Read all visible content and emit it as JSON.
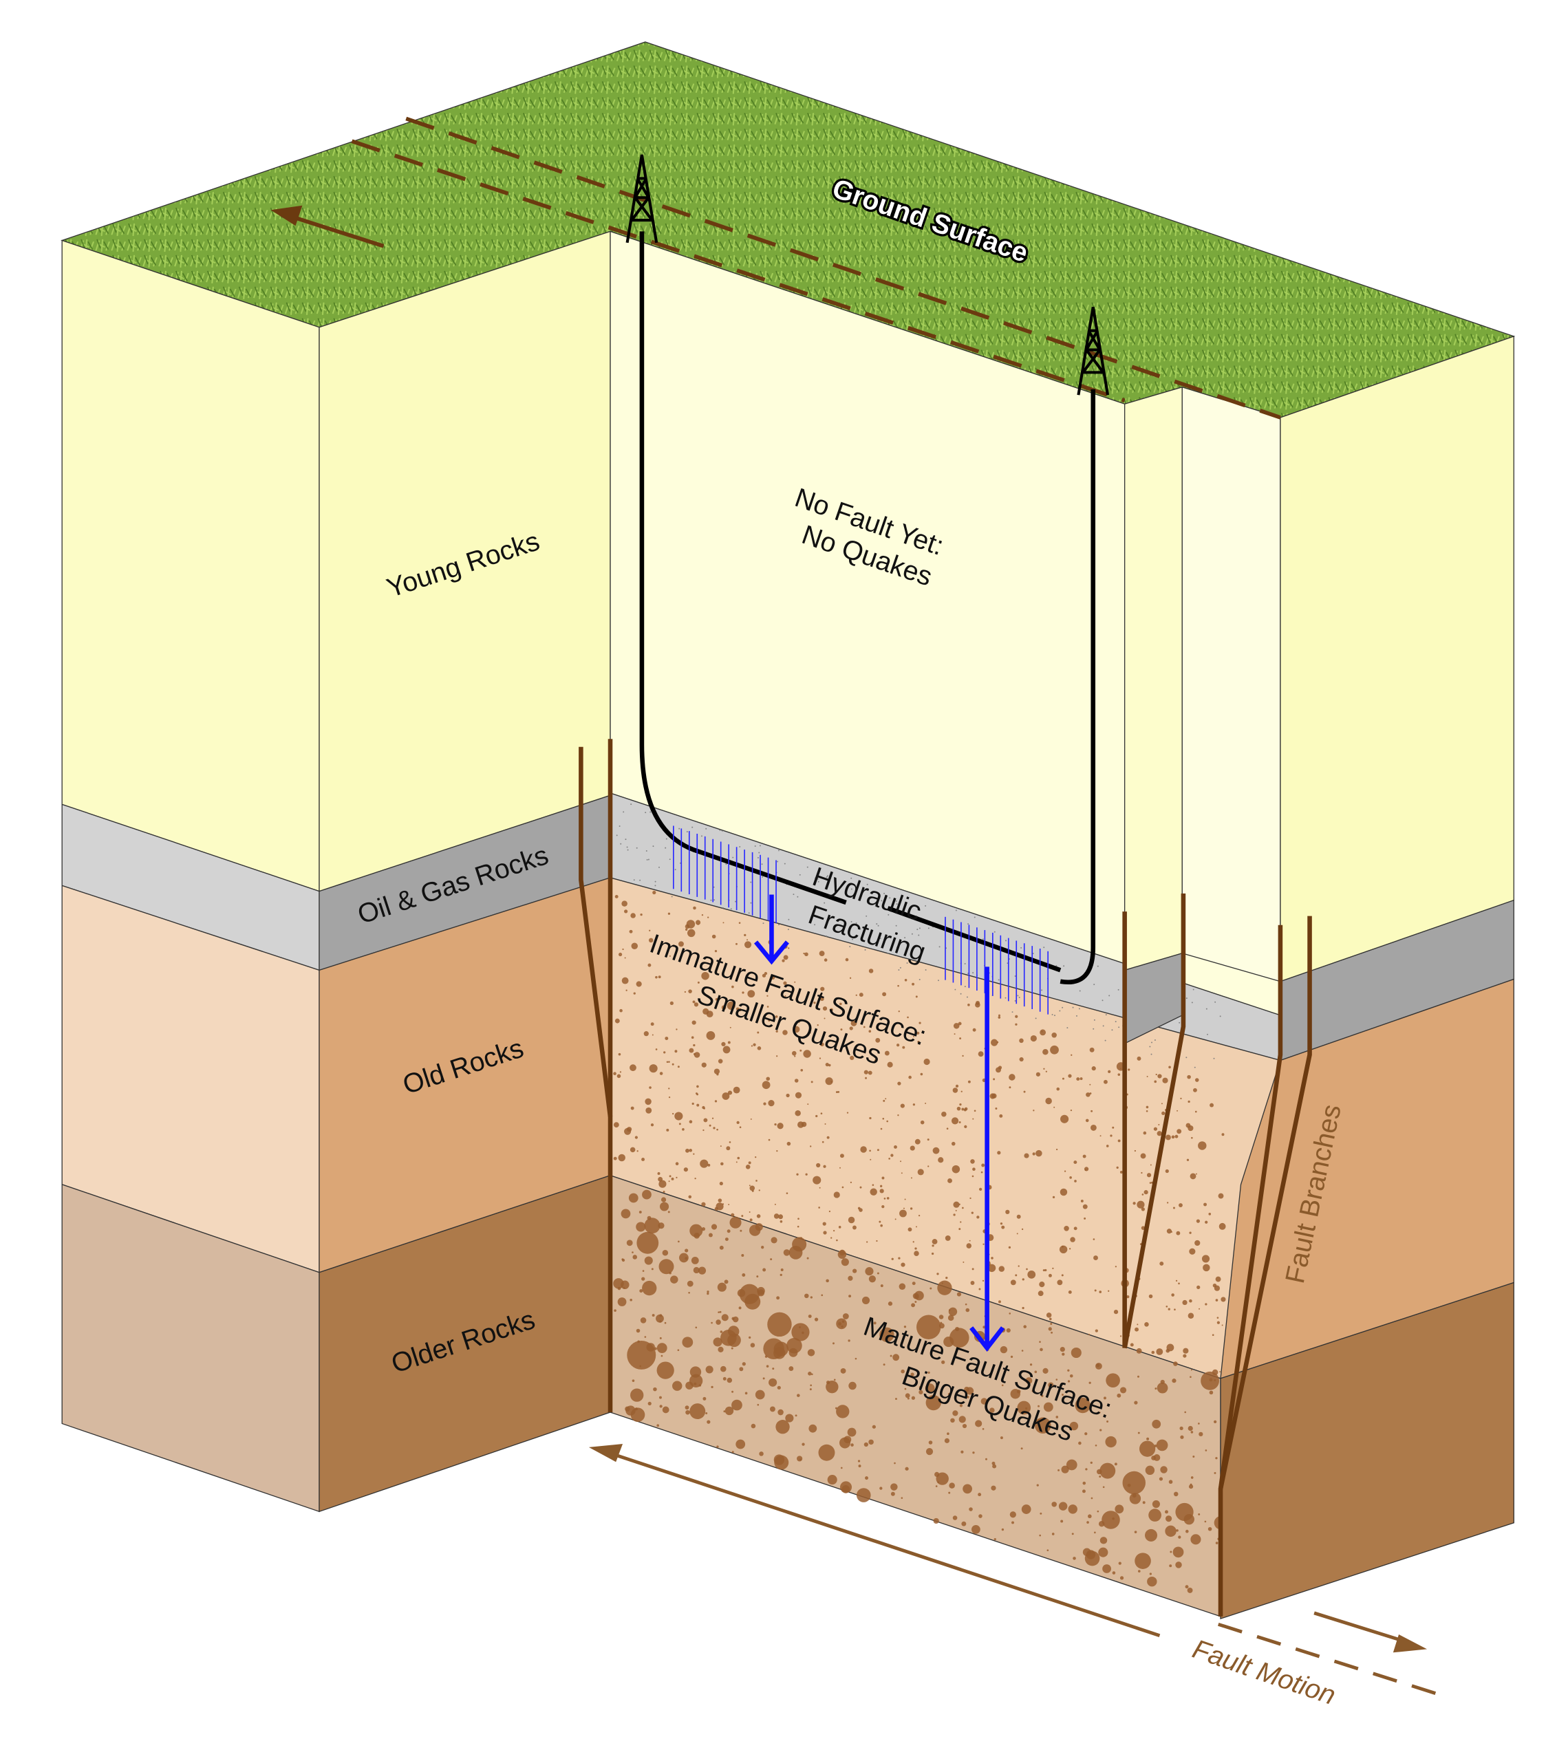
{
  "title": "Hydraulic fracturing and fault maturity block diagram",
  "labels": {
    "ground_surface": "Ground Surface",
    "young_rocks": "Young Rocks",
    "oil_gas_rocks": "Oil & Gas Rocks",
    "old_rocks": "Old Rocks",
    "older_rocks": "Older Rocks",
    "no_fault_line1": "No Fault Yet:",
    "no_fault_line2": "No Quakes",
    "hydraulic_line1": "Hydraulic",
    "hydraulic_line2": "Fracturing",
    "immature_line1": "Immature Fault Surface:",
    "immature_line2": "Smaller Quakes",
    "mature_line1": "Mature Fault Surface:",
    "mature_line2": "Bigger Quakes",
    "fault_branches": "Fault Branches",
    "fault_motion": "Fault Motion"
  },
  "colors": {
    "grass": "#7fae3e",
    "young_side": "#fcfcc6",
    "young_front": "#fbfbbf",
    "young_fault": "#fefedc",
    "oilgas_side": "#d3d3d3",
    "oilgas_front": "#a4a4a4",
    "old_side": "#f3d8be",
    "old_front": "#dba676",
    "older_side": "#d6b9a0",
    "older_front": "#ad7a4a",
    "fault_line": "#6b3a10",
    "blue_arrow": "#1010ff",
    "motion_arrow": "#8a5a2b"
  }
}
